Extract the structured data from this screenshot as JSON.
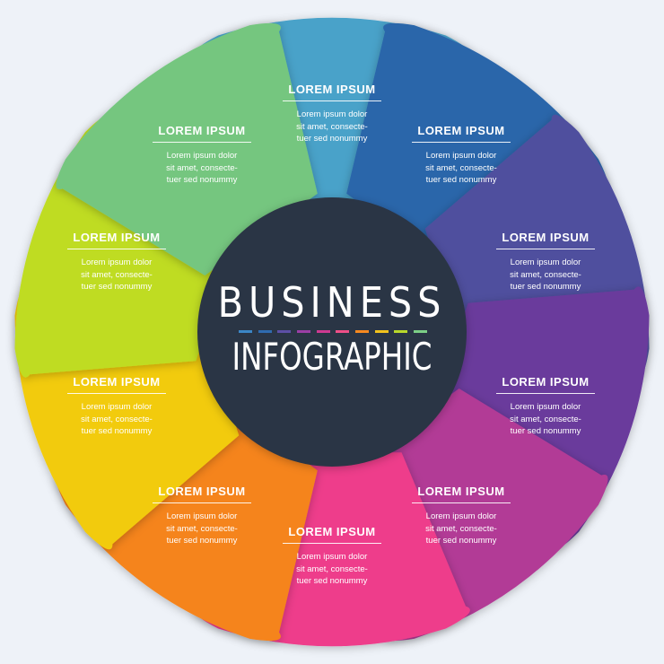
{
  "center": {
    "title_line1": "BUSINESS",
    "title_line2": "INFOGRAPHIC",
    "color": "#2b3445",
    "dash_colors": [
      "#3b86c6",
      "#2f6bb0",
      "#5c4fa6",
      "#9b3fa6",
      "#ce3a92",
      "#ee4f88",
      "#f6891f",
      "#f2c21d",
      "#b9d82b",
      "#7ccf86"
    ]
  },
  "petals": [
    {
      "title": "LOREM IPSUM",
      "body_line1": "Lorem ipsum dolor",
      "body_line2": "sit amet, consecte-",
      "body_line3": "tuer sed nonummy",
      "color": "#4aa2c9"
    },
    {
      "title": "LOREM IPSUM",
      "body_line1": "Lorem ipsum dolor",
      "body_line2": "sit amet, consecte-",
      "body_line3": "tuer sed nonummy",
      "color": "#2c66aa"
    },
    {
      "title": "LOREM IPSUM",
      "body_line1": "Lorem ipsum dolor",
      "body_line2": "sit amet, consecte-",
      "body_line3": "tuer sed nonummy",
      "color": "#4f4f9e"
    },
    {
      "title": "LOREM IPSUM",
      "body_line1": "Lorem ipsum dolor",
      "body_line2": "sit amet, consecte-",
      "body_line3": "tuer sed nonummy",
      "color": "#6b3a9c"
    },
    {
      "title": "LOREM IPSUM",
      "body_line1": "Lorem ipsum dolor",
      "body_line2": "sit amet, consecte-",
      "body_line3": "tuer sed nonummy",
      "color": "#b23a96"
    },
    {
      "title": "LOREM IPSUM",
      "body_line1": "Lorem ipsum dolor",
      "body_line2": "sit amet, consecte-",
      "body_line3": "tuer sed nonummy",
      "color": "#ee3e8b"
    },
    {
      "title": "LOREM IPSUM",
      "body_line1": "Lorem ipsum dolor",
      "body_line2": "sit amet, consecte-",
      "body_line3": "tuer sed nonummy",
      "color": "#f5841c"
    },
    {
      "title": "LOREM IPSUM",
      "body_line1": "Lorem ipsum dolor",
      "body_line2": "sit amet, consecte-",
      "body_line3": "tuer sed nonummy",
      "color": "#f2cb10"
    },
    {
      "title": "LOREM IPSUM",
      "body_line1": "Lorem ipsum dolor",
      "body_line2": "sit amet, consecte-",
      "body_line3": "tuer sed nonummy",
      "color": "#bfdc23"
    },
    {
      "title": "LOREM IPSUM",
      "body_line1": "Lorem ipsum dolor",
      "body_line2": "sit amet, consecte-",
      "body_line3": "tuer sed nonummy",
      "color": "#74c67f"
    }
  ]
}
